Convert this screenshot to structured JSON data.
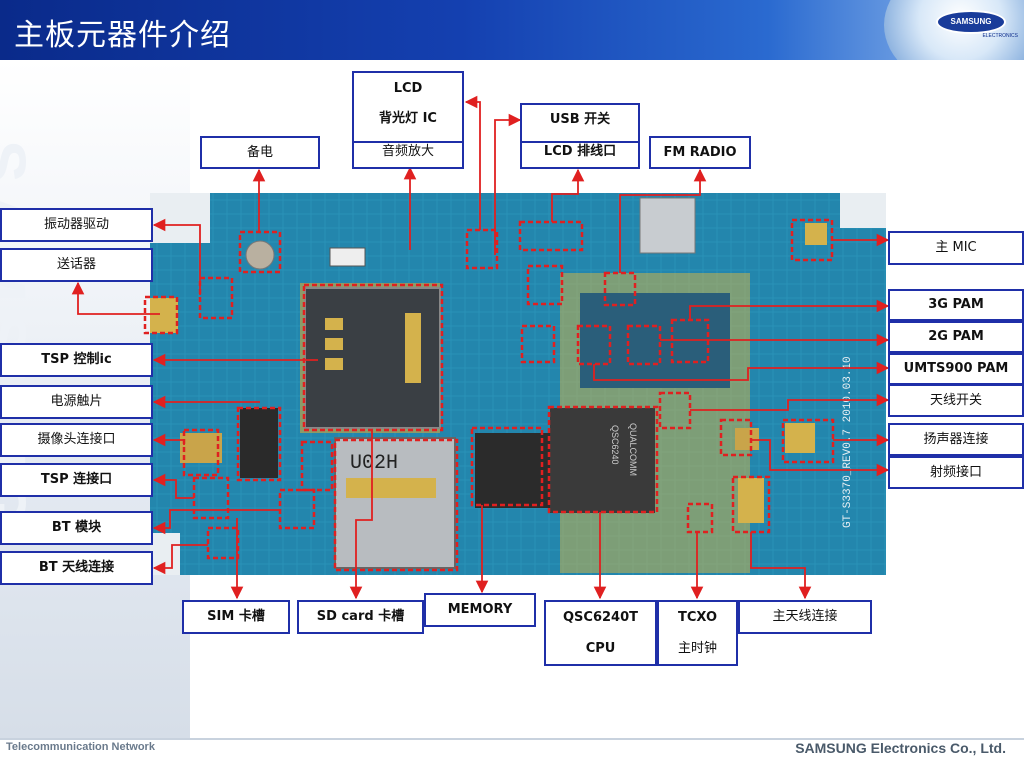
{
  "slide": {
    "title": "主板元器件介绍",
    "logo_text": "SAMSUNG",
    "logo_sub": "ELECTRONICS",
    "watermark": "SAMSUNG",
    "footer_left": "Telecommunication Network",
    "footer_right": "SAMSUNG Electronics Co., Ltd."
  },
  "board_prints": {
    "model": "GT-S3370_REV0.7  2010.03.10",
    "chip_brand": "QUALCOMM",
    "chip_code": "QSC6240",
    "sim_code": "U02H"
  },
  "labels": {
    "backup": "备电",
    "lcd_line1": "LCD",
    "lcd_line2": "背光灯 IC",
    "lcd_line3": "音频放大",
    "usb": "USB 开关",
    "lcd_connector": "LCD 排线口",
    "fm_radio": "FM RADIO",
    "vibrator": "振动器驱动",
    "transmitter": "送话器",
    "tsp_ic": "TSP 控制ic",
    "power_contact": "电源触片",
    "camera": "摄像头连接口",
    "tsp_connector": "TSP 连接口",
    "bt_module": "BT 模块",
    "bt_antenna": "BT 天线连接",
    "main_mic": "主 MIC",
    "pam_3g": "3G  PAM",
    "pam_2g": "2G PAM",
    "pam_umts": "UMTS900  PAM",
    "antenna_switch": "天线开关",
    "speaker": "扬声器连接",
    "rf_port": "射频接口",
    "sim_slot": "SIM 卡槽",
    "sd_slot": "SD card 卡槽",
    "memory": "MEMORY",
    "cpu_line1": "QSC6240T",
    "cpu_line2": "CPU",
    "tcxo_line1": "TCXO",
    "tcxo_line2": "主时钟",
    "main_antenna": "主天线连接"
  },
  "colors": {
    "header_blue": "#1440b0",
    "label_border": "#1f2fa8",
    "arrow_red": "#e02020",
    "board_blue": "#1f7fa6"
  }
}
